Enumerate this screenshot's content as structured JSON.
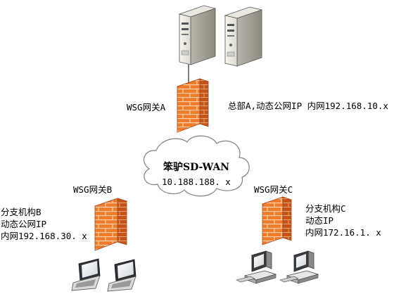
{
  "cloud": {
    "title": "笨驴SD-WAN",
    "subnet": "10.188.188. x"
  },
  "hq": {
    "gateway_label": "WSG网关A",
    "description": "总部A,动态公网IP 内网192.168.10.x"
  },
  "branch_b": {
    "gateway_label": "WSG网关B",
    "lines": [
      "分支机构B",
      "动态公网IP",
      "内网192.168.30. x"
    ]
  },
  "branch_c": {
    "gateway_label": "WSG网关C",
    "lines": [
      "分支机构C",
      "动态IP",
      "内网172.16.1. x"
    ]
  },
  "colors": {
    "firewall_orange": "#f07b2a",
    "firewall_dark": "#c4541a",
    "mortar": "#fbd3b0",
    "cloud_fill": "#ffffff",
    "cloud_stroke": "#808080",
    "server_light": "#f2f0e8",
    "server_dark": "#a9a69c",
    "line": "#000000"
  }
}
